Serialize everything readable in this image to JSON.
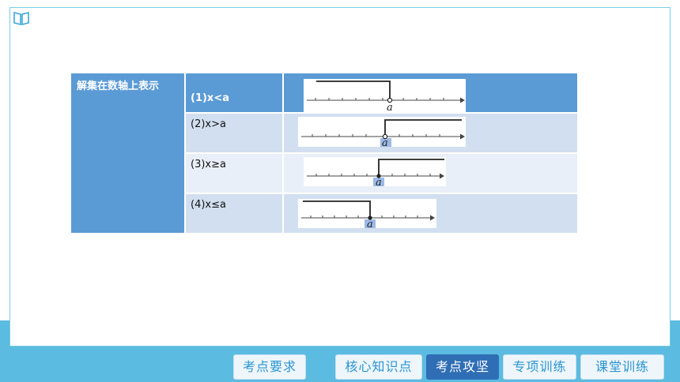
{
  "table": {
    "header": "解集在数轴上表示",
    "rows": [
      {
        "label": "(1)x<a",
        "point_label": "a"
      },
      {
        "label": "(2)x>a",
        "point_label": "a"
      },
      {
        "label": "(3)x≥a",
        "point_label": "a"
      },
      {
        "label": "(4)x≤a",
        "point_label": "a"
      }
    ]
  },
  "nav": {
    "items": [
      "考点要求",
      "核心知识点",
      "考点攻坚",
      "专项训练",
      "课堂训练"
    ],
    "active": "考点攻坚"
  },
  "colors": {
    "header_blue": "#5b9bd5",
    "row_light": "#d1dff0",
    "band": "#5bbbe0",
    "active_nav": "#2f6eb5"
  }
}
